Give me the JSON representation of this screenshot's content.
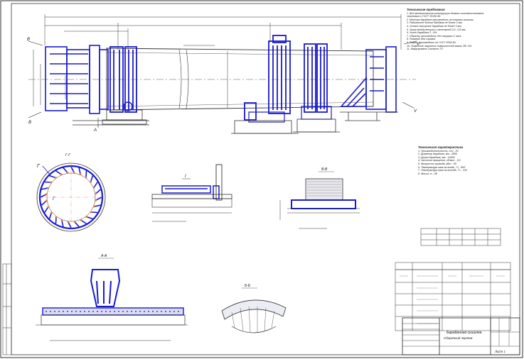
{
  "drawing": {
    "callouts": {
      "B1": "B",
      "A": "A",
      "B2": "B",
      "V1": "V",
      "V2": "V",
      "G1": "Г",
      "G2": "Г",
      "I": "I"
    },
    "section_titles": {
      "g_g": "Г-Г",
      "v_v": "В-В",
      "a_a": "А-А",
      "b_b": "Б-Б",
      "detail_i": "I"
    },
    "notes_heading": "Технические требования",
    "notes_text": [
      "1. Все металлические конструкции должны соответствовать",
      "   чертежам и ГОСТ 15150-69.",
      "2. Монтаж барабана производить на опорных роликах.",
      "3. Радиальное биение бандажа не более 2 мм.",
      "4. Осевое смещение барабана не более 3 мм.",
      "5. Зазор между венцом и шестерней 0,5...0,8 мм.",
      "6. Уклон барабана 2...5%.",
      "7. Обкатку производить без нагрузки 2 часа.",
      "8. Размеры для справок.",
      "9. Сварку производить по ГОСТ 5264-80.",
      "10. Покрытие наружных поверхностей эмаль ПФ-115.",
      "11. Маркировать согласно ТУ."
    ],
    "characteristics_heading": "Техническая характеристика",
    "characteristics_text": [
      "1. Производительность, т/ч - 20",
      "2. Диаметр барабана, мм - 2800",
      "3. Длина барабана, мм - 14000",
      "4. Частота вращения, об/мин - 5,0",
      "5. Мощность привода, кВт - 55",
      "6. Температура газа на входе, °С - 800",
      "7. Температура газа на выходе, °С - 120",
      "8. Масса, т - 58"
    ],
    "title_block": {
      "name_line1": "Барабанная сушилка",
      "name_line2": "Сборочный чертеж",
      "sheet": "Лист 1"
    }
  }
}
